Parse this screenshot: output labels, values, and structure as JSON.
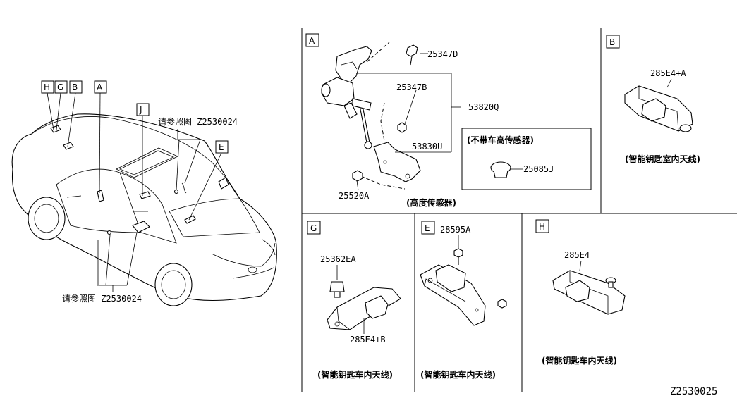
{
  "overview": {
    "callouts": [
      "H",
      "G",
      "B",
      "A",
      "J",
      "E"
    ],
    "ref_note_top": "请参照图 Z2530024",
    "ref_note_bottom": "请参照图 Z2530024"
  },
  "panel_a": {
    "letter": "A",
    "parts": {
      "p1": "25347D",
      "p2": "25347B",
      "p3": "53820Q",
      "p4": "53830U",
      "p5": "25520A",
      "p6": "25085J"
    },
    "inset_title": "(不带车高传感器)",
    "caption": "(高度传感器)"
  },
  "panel_b": {
    "letter": "B",
    "part": "285E4+A",
    "caption": "(智能钥匙室内天线)"
  },
  "panel_g": {
    "letter": "G",
    "part_top": "25362EA",
    "part_bottom": "285E4+B",
    "caption": "(智能钥匙车内天线)"
  },
  "panel_e": {
    "letter": "E",
    "part": "28595A",
    "caption": "(智能钥匙车内天线)"
  },
  "panel_h": {
    "letter": "H",
    "part": "285E4",
    "caption": "(智能钥匙车内天线)"
  },
  "drawing_number": "Z2530025"
}
